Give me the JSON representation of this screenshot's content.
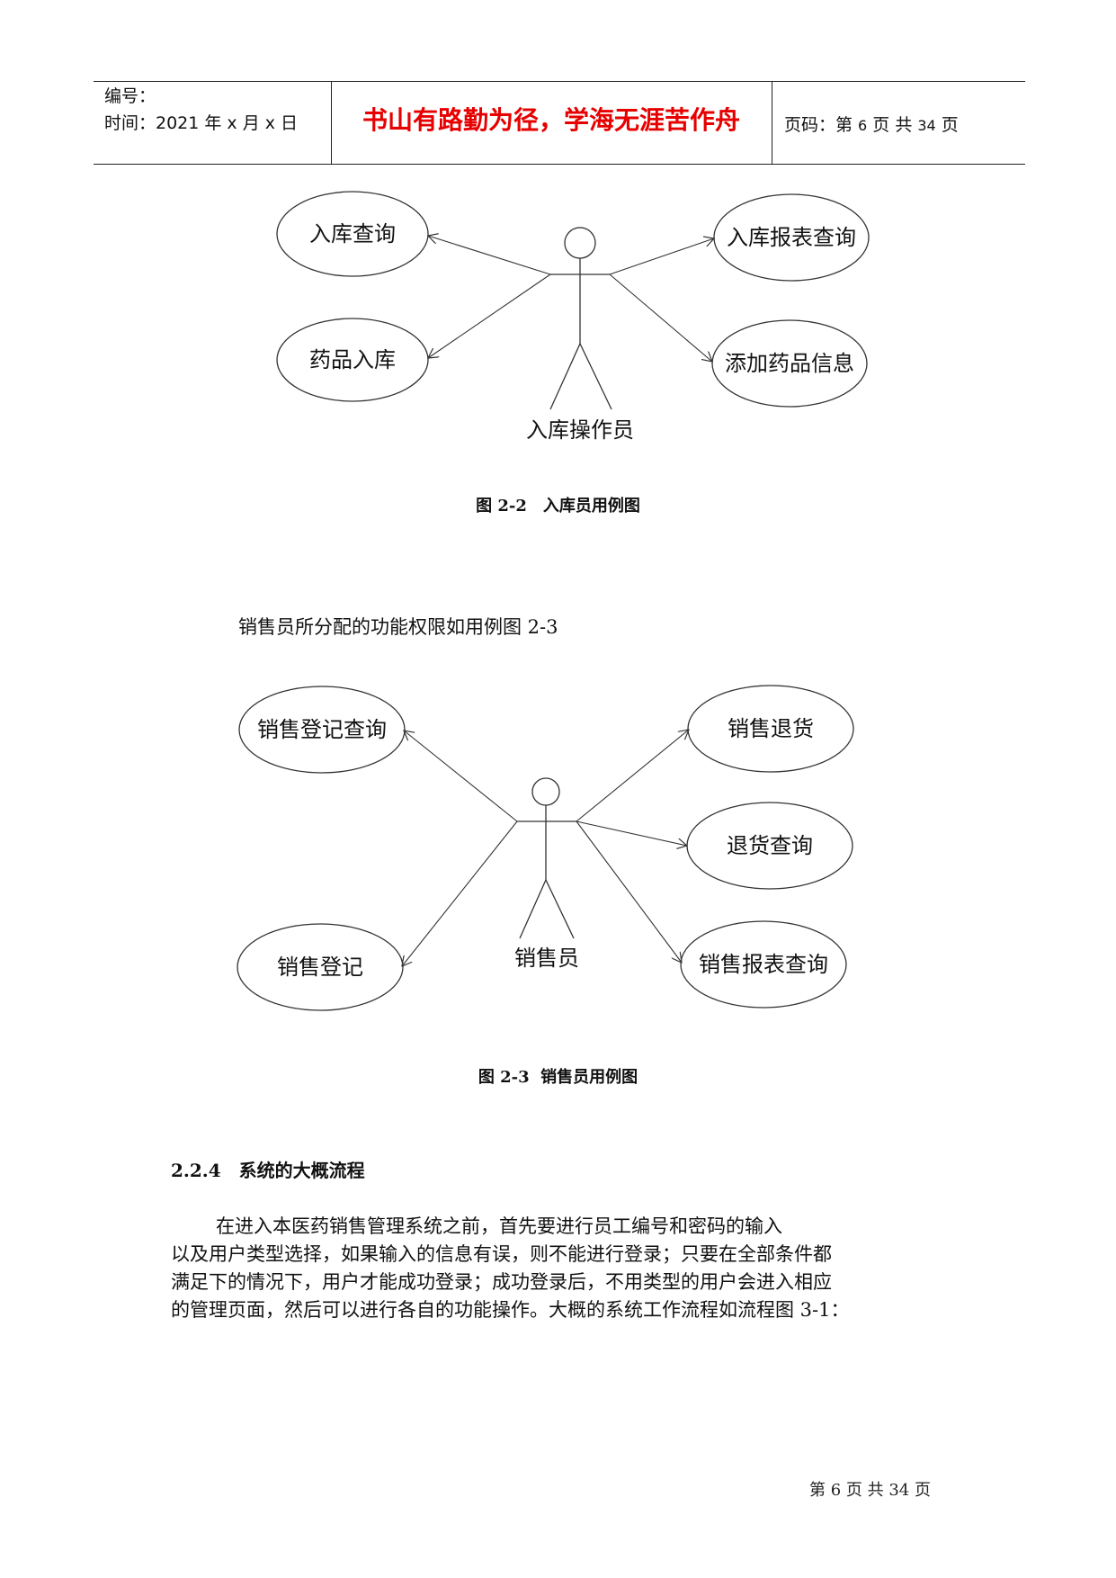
{
  "header": {
    "number_label": "编号：",
    "time_label": "时间：2021 年 x 月 x 日",
    "motto": "书山有路勤为径，学海无涯苦作舟",
    "page_prefix": "页码：第 ",
    "page_current": "6",
    "page_middle": " 页  共 ",
    "page_total": "34",
    "page_suffix": " 页"
  },
  "diagram1": {
    "actor": "入库操作员",
    "use_cases": [
      "入库查询",
      "药品入库",
      "入库报表查询",
      "添加药品信息"
    ],
    "caption": "图 2-2　入库员用例图"
  },
  "intro_text": "销售员所分配的功能权限如用例图 2-3",
  "diagram2": {
    "actor": "销售员",
    "use_cases": [
      "销售登记查询",
      "销售登记",
      "销售退货",
      "退货查询",
      "销售报表查询"
    ],
    "caption": "图 2-3  销售员用例图"
  },
  "section": {
    "title": "2.2.4　系统的大概流程",
    "lines": [
      "在进入本医药销售管理系统之前，首先要进行员工编号和密码的输入",
      "以及用户类型选择，如果输入的信息有误，则不能进行登录；只要在全部条件都",
      "满足下的情况下，用户才能成功登录；成功登录后，不用类型的用户会进入相应",
      "的管理页面，然后可以进行各自的功能操作。大概的系统工作流程如流程图 3-1："
    ]
  },
  "footer": "第 6 页 共 34 页",
  "colors": {
    "motto": "#e60000",
    "ink": "#111111"
  }
}
